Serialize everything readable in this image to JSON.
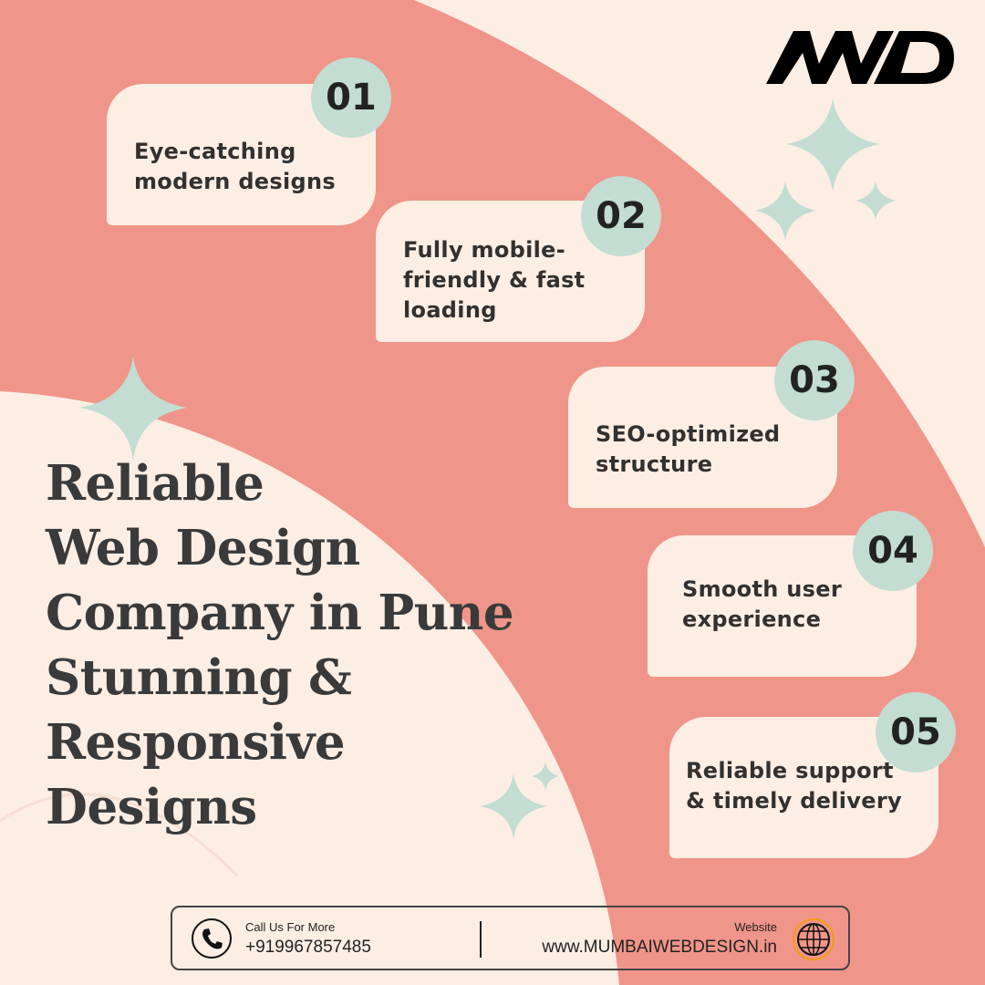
{
  "logo": "MWD",
  "headline": [
    "Reliable",
    "Web Design",
    "Company in Pune",
    "Stunning &",
    "Responsive",
    "Designs"
  ],
  "features": [
    {
      "number": "01",
      "lines": [
        "Eye-catching",
        "modern designs"
      ]
    },
    {
      "number": "02",
      "lines": [
        "Fully mobile-",
        "friendly & fast",
        "loading"
      ]
    },
    {
      "number": "03",
      "lines": [
        "SEO-optimized",
        "structure"
      ]
    },
    {
      "number": "04",
      "lines": [
        "Smooth user",
        "experience"
      ]
    },
    {
      "number": "05",
      "lines": [
        "Reliable support",
        "& timely delivery"
      ]
    }
  ],
  "footer": {
    "call_label": "Call Us For More",
    "phone": "+919967857485",
    "website_label": "Website",
    "website": "www.MUMBAIWEBDESIGN.in"
  },
  "colors": {
    "background": "#FDEEE4",
    "salmon": "#F0958A",
    "mint": "#C3DDD2",
    "text": "#33312f"
  }
}
